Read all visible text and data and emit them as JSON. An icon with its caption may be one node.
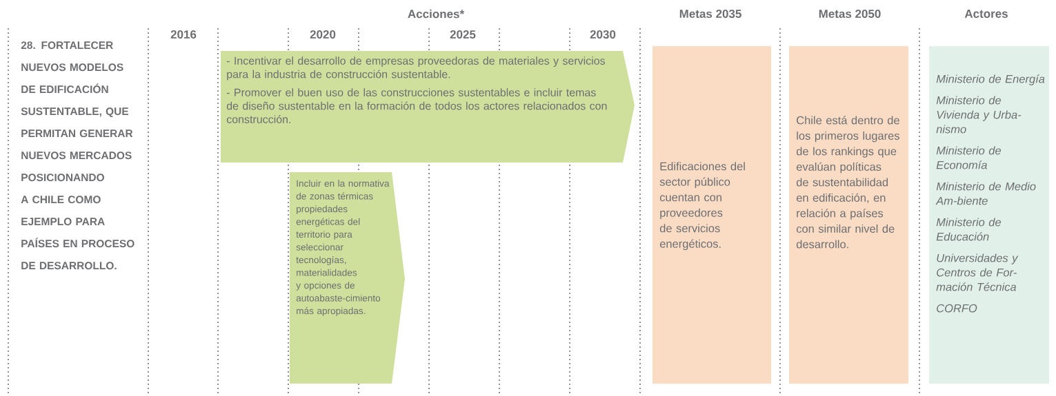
{
  "diagram": {
    "nodes": [
      {
        "text": [
          "- Incentivar el desarrollo de empresas proveedoras de materiales y servicios para la industria de construcción sustentable.",
          "- Promover el buen uso de las construcciones sustentables e incluir temas de diseño sustentable en la formación de todos los actores relacionados con construcción."
        ]
      },
      {
        "text": [
          "Incluir en la normativa de zonas térmicas propiedades energéticas del territorio para seleccionar tecnologías, materialidades y opciones de autoabaste-cimiento más apropiadas."
        ]
      },
      {
        "text": [
          "Edificaciones del sector público cuentan con proveedores de servicios energéticos."
        ]
      },
      {
        "text": [
          "Chile está dentro de los primeros lugares de los rankings que evalúan políticas de sustentabilidad en edificación, en relación a países con similar nivel de desarrollo."
        ]
      },
      {
        "text": [
          "Ministerio de Energía",
          "Ministerio de Vivienda y Urba-nismo",
          "Ministerio de Economía",
          "Ministerio de Medio Am-biente",
          "Ministerio de Educación",
          "Universidades y Centros de For-mación Técnica",
          "CORFO"
        ]
      }
    ],
    "labels": [
      "Acciones*",
      "Metas 2035",
      "Metas 2050",
      "Actores",
      "2016",
      "2020",
      "2025",
      "2030",
      "28. FORTALECER NUEVOS MODELOS DE EDIFICACIÓN SUSTENTABLE, QUE PERMITAN GENERAR NUEVOS MERCADOS POSICIONANDO A CHILE COMO EJEMPLO PARA PAÍSES EN PROCESO DE DESARROLLO."
    ]
  }
}
